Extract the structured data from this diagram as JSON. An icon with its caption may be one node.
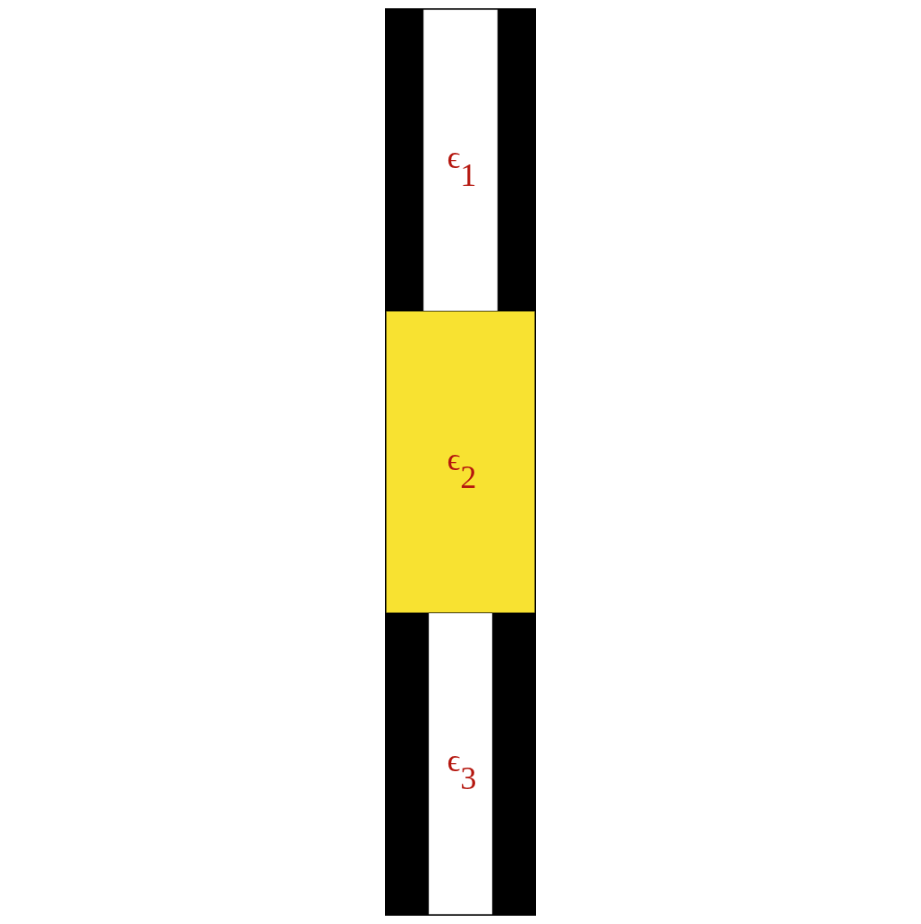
{
  "diagram": {
    "nodes": [
      {
        "text": [
          "ϵ$_{1}$"
        ]
      },
      {
        "text": [
          "ϵ$_{2}$"
        ]
      },
      {
        "text": [
          "ϵ$_{3}$"
        ]
      }
    ]
  }
}
